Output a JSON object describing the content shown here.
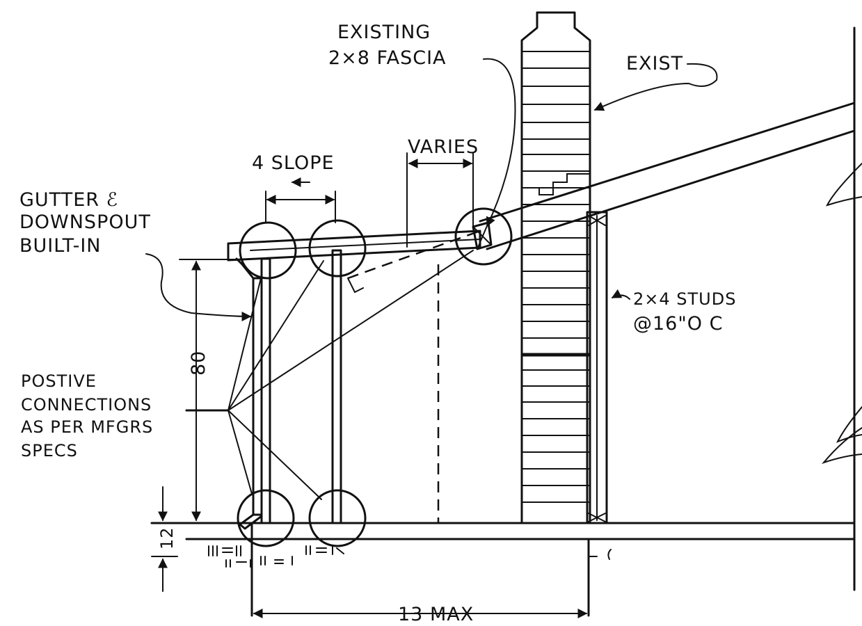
{
  "labels": {
    "fascia_line1": "EXISTING",
    "fascia_line2": "2×8 FASCIA",
    "exist": "EXIST",
    "slope": "4 SLOPE",
    "varies": "VARIES",
    "gutter_line1": "GUTTER ℰ",
    "gutter_line2": "DOWNSPOUT",
    "gutter_line3": "BUILT-IN",
    "studs_line1": "2×4 STUDS",
    "studs_line2": "@16\"O C",
    "conn_line1": "POSTIVE",
    "conn_line2": "CONNECTIONS",
    "conn_line3": "AS PER MFGRS",
    "conn_line4": "SPECS",
    "dim_height": "80",
    "dim_footing": "12",
    "dim_width": "13 MAX"
  }
}
